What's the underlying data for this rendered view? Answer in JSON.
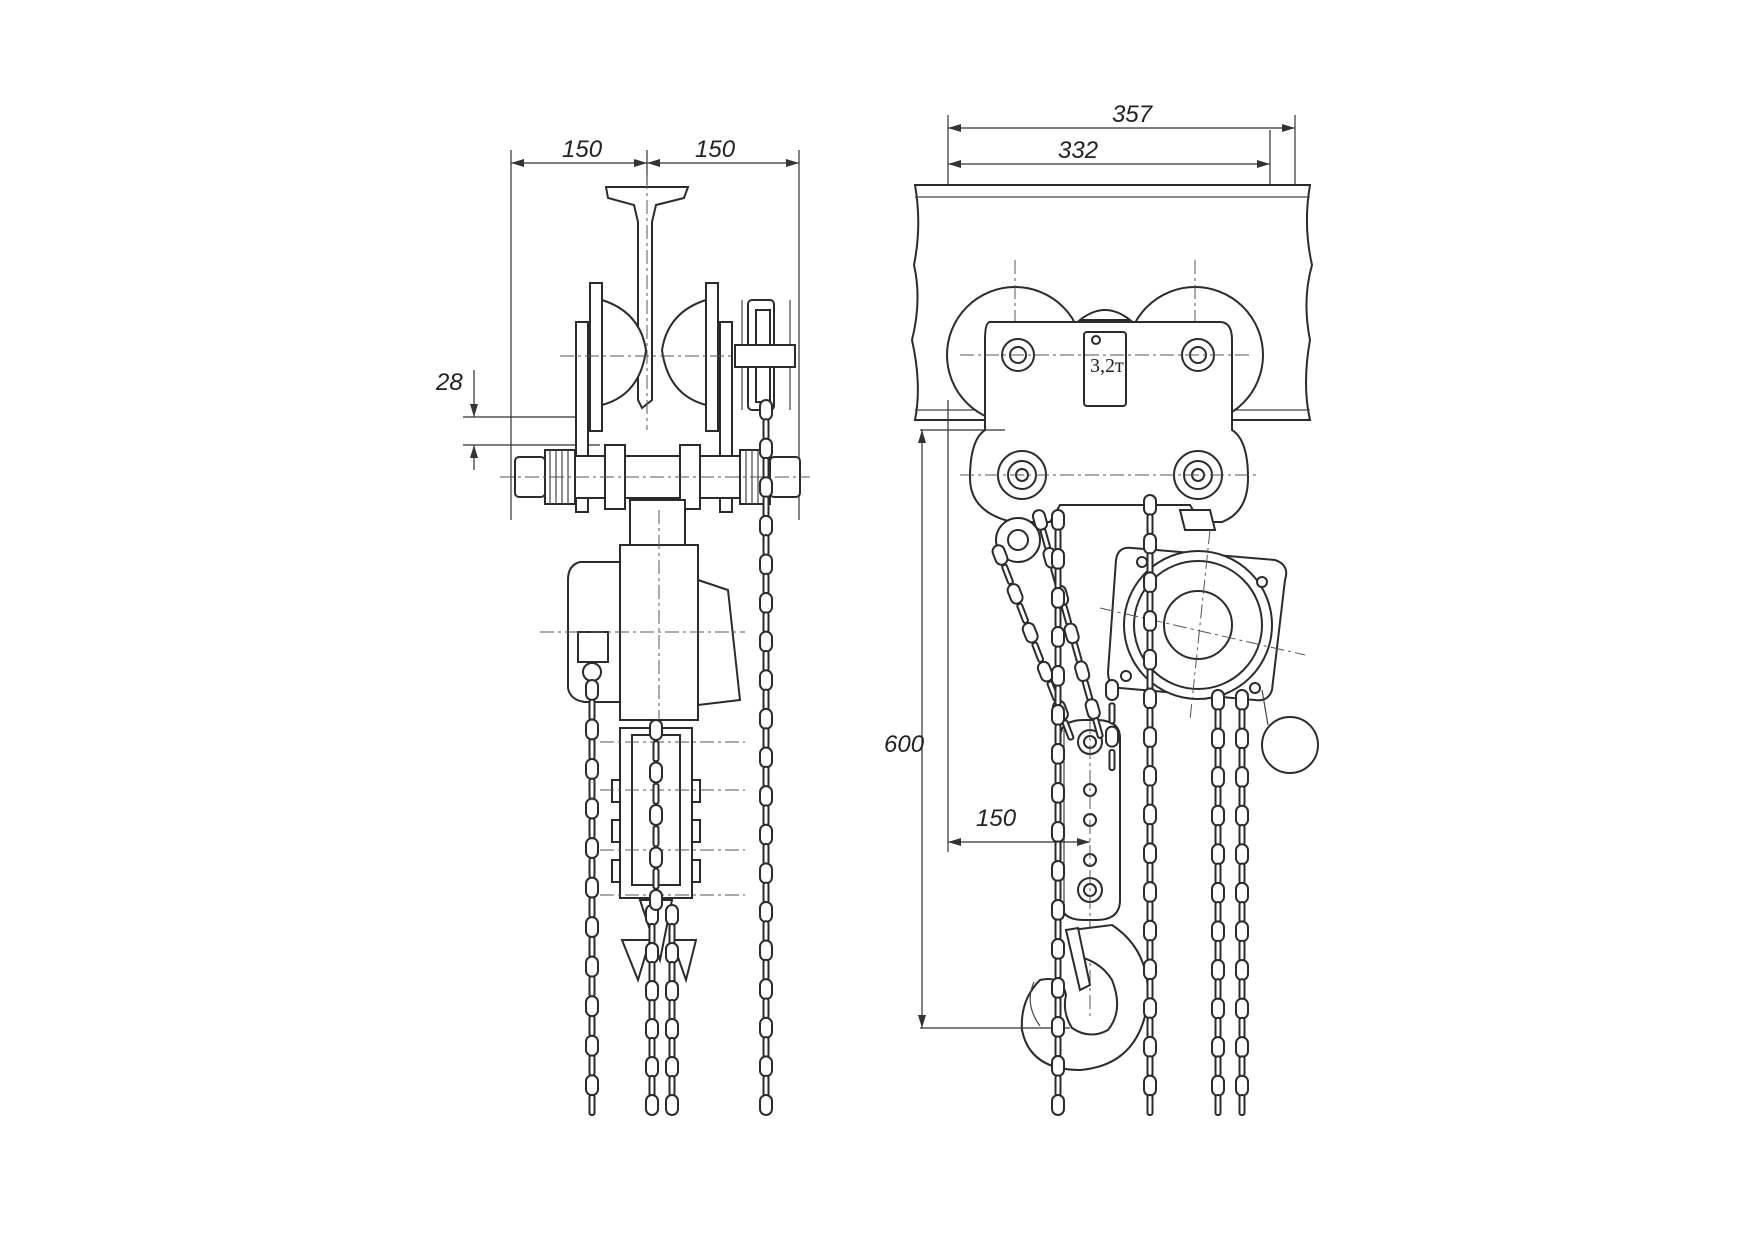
{
  "dimensions": {
    "left_half_width_a": "150",
    "left_half_width_b": "150",
    "vertical_offset": "28",
    "overall_width": "357",
    "inner_width": "332",
    "lift_height": "600",
    "hook_offset": "150"
  },
  "nameplate": {
    "capacity": "3,2т"
  }
}
